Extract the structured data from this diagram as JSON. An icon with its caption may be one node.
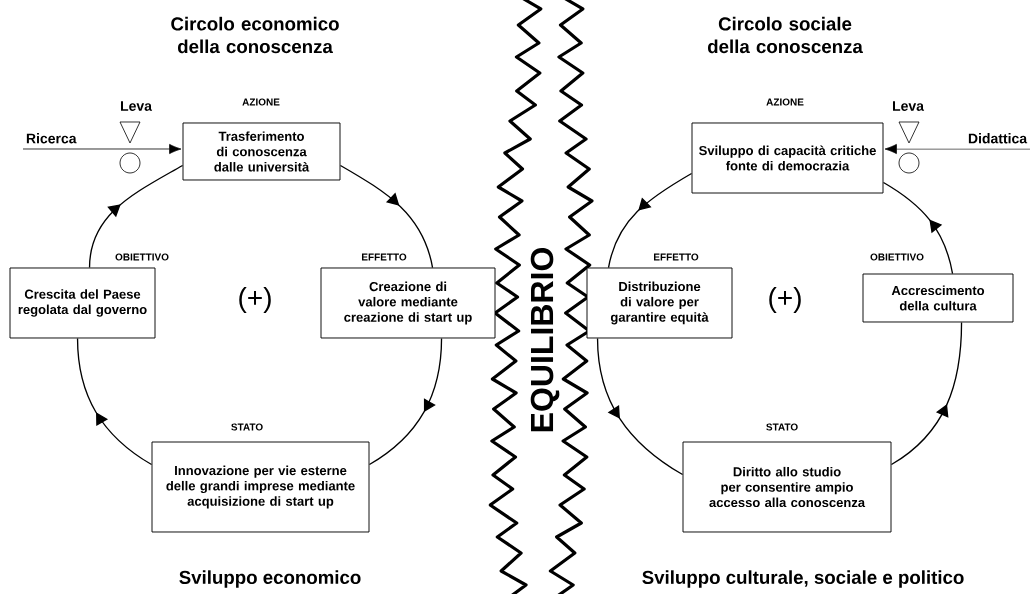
{
  "diagram": {
    "nodes": [
      {
        "text": [
          "Ricerca"
        ]
      },
      {
        "text": [
          "AZIONE",
          "Trasferimento di conoscenza dalle università"
        ]
      },
      {
        "text": [
          "OBIETTIVO",
          "Crescita del Paese regolata dal governo"
        ]
      },
      {
        "text": [
          "EFFETTO",
          "Creazione di valore mediante creazione di start up"
        ]
      },
      {
        "text": [
          "STATO",
          "Innovazione per vie esterne delle grandi imprese mediante acquisizione di start up"
        ]
      },
      {
        "text": [
          "AZIONE",
          "Sviluppo di capacità critiche fonte di democrazia"
        ]
      },
      {
        "text": [
          "Didattica"
        ]
      },
      {
        "text": [
          "EFFETTO",
          "Distribuzione di valore per garantire equità"
        ]
      },
      {
        "text": [
          "OBIETTIVO",
          "Accrescimento della cultura"
        ]
      },
      {
        "text": [
          "STATO",
          "Diritto allo studio per consentire ampio accesso alla conoscenza"
        ]
      }
    ],
    "edges": [
      {
        "from": 0,
        "to": 1,
        "arrow": "to"
      },
      {
        "from": 1,
        "to": 3,
        "arrow": "to"
      },
      {
        "from": 3,
        "to": 4,
        "arrow": "to"
      },
      {
        "from": 4,
        "to": 2,
        "arrow": "to"
      },
      {
        "from": 2,
        "to": 1,
        "arrow": "to"
      },
      {
        "from": 6,
        "to": 5,
        "arrow": "to"
      },
      {
        "from": 5,
        "to": 7,
        "arrow": "to"
      },
      {
        "from": 7,
        "to": 9,
        "arrow": "to"
      },
      {
        "from": 9,
        "to": 8,
        "arrow": "to"
      },
      {
        "from": 8,
        "to": 5,
        "arrow": "to"
      }
    ],
    "labels": [
      "Circolo economico della conoscenza",
      "Circolo sociale della conoscenza",
      "Leva",
      "Leva",
      "(+)",
      "(+)",
      "EQUILIBRIO",
      "Sviluppo economico",
      "Sviluppo culturale, sociale e politico"
    ]
  }
}
